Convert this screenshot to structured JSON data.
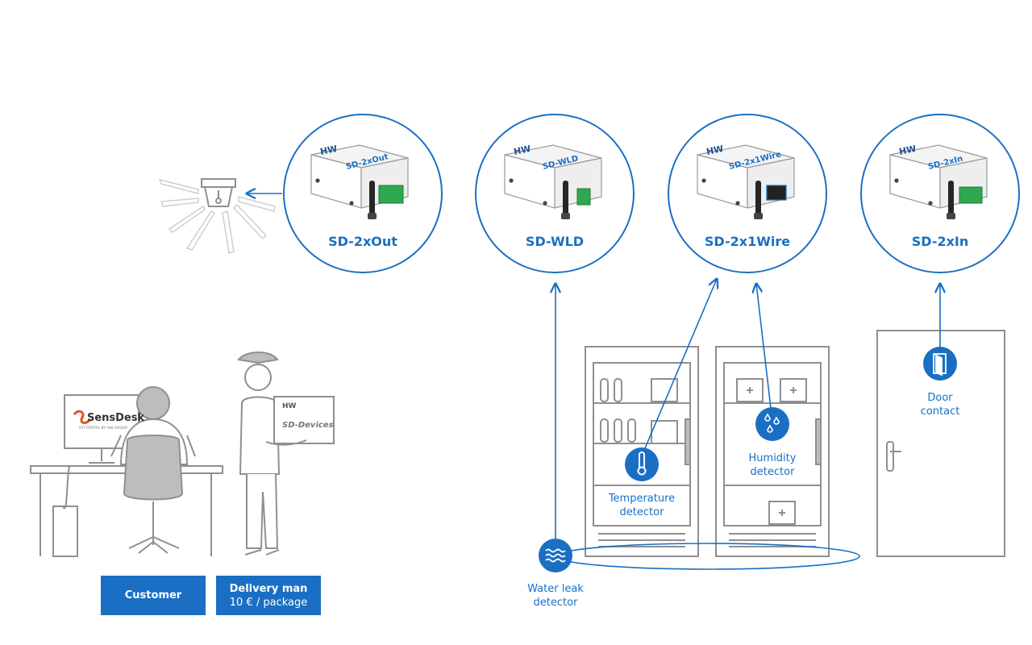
{
  "devices": [
    {
      "id": "sd-2xout",
      "label": "SD-2xOut",
      "case_text": "SD-2xOut",
      "brand": "HW"
    },
    {
      "id": "sd-wld",
      "label": "SD-WLD",
      "case_text": "SD-WLD",
      "brand": "HW"
    },
    {
      "id": "sd-2x1wire",
      "label": "SD-2x1Wire",
      "case_text": "SD-2x1Wire",
      "brand": "HW"
    },
    {
      "id": "sd-2xin",
      "label": "SD-2xIn",
      "case_text": "SD-2xIn",
      "brand": "HW"
    }
  ],
  "detectors": {
    "temperature": {
      "line1": "Temperature",
      "line2": "detector"
    },
    "humidity": {
      "line1": "Humidity",
      "line2": "detector"
    },
    "water_leak": {
      "line1": "Water leak",
      "line2": "detector"
    },
    "door": {
      "line1": "Door",
      "line2": "contact"
    }
  },
  "monitor": {
    "logo": "SensDesk",
    "tagline": "IOT PORTAL BY HW GROUP"
  },
  "package": {
    "brand": "HW",
    "text": "SD-Devices"
  },
  "buttons": {
    "customer": "Customer",
    "delivery_line1": "Delivery man",
    "delivery_line2": "10 € / package"
  },
  "colors": {
    "accent": "#1a6fc4",
    "line_art": "#8f8f8f",
    "fill_gray": "#bdbdbd",
    "logo_orange": "#e8501e",
    "terminal_green": "#2fa84f"
  },
  "icons": [
    "siren-icon",
    "thermometer-icon",
    "droplets-icon",
    "waves-icon",
    "door-icon"
  ]
}
